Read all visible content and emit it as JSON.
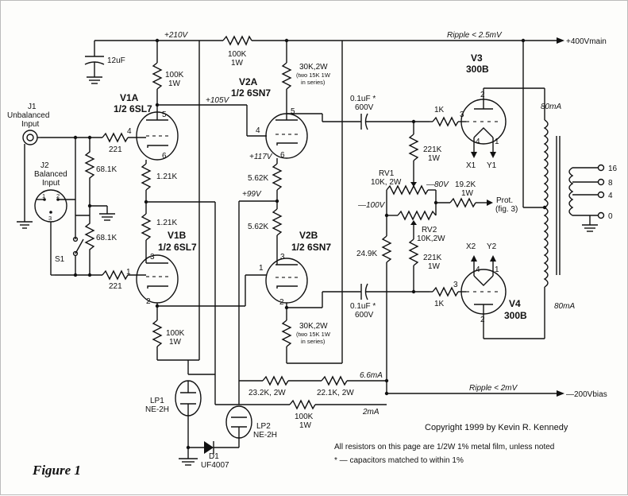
{
  "figure": "Figure 1",
  "copyright": "Copyright 1999 by Kevin R. Kennedy",
  "notes": {
    "resistors": "All resistors on this page are 1/2W 1% metal film, unless noted",
    "capacitors": "* — capacitors matched to within 1%"
  },
  "rails": {
    "plus210": "+210V",
    "ripple_main": "Ripple < 2.5mV",
    "plus400": "+400Vmain",
    "ripple_bias": "Ripple < 2mV",
    "minus200": "—200Vbias",
    "plus105": "+105V",
    "plus117": "+117V",
    "plus99": "+99V",
    "minus100": "—100V",
    "minus80": "—80V",
    "i66": "6.6mA",
    "i2": "2mA",
    "i80a": "80mA",
    "i80b": "80mA"
  },
  "inputs": {
    "j1_name": "J1",
    "j1_line1": "Unbalanced",
    "j1_line2": "Input",
    "j2_name": "J2",
    "j2_line1": "Balanced",
    "j2_line2": "Input",
    "pin1": "1",
    "pin2": "2",
    "pin3": "3",
    "s1": "S1"
  },
  "tubes": {
    "v1a_name": "V1A",
    "v1a_type": "1/2 6SL7",
    "v1b_name": "V1B",
    "v1b_type": "1/2 6SL7",
    "v2a_name": "V2A",
    "v2a_type": "1/2 6SN7",
    "v2b_name": "V2B",
    "v2b_type": "1/2 6SN7",
    "v3_name": "V3",
    "v3_type": "300B",
    "v4_name": "V4",
    "v4_type": "300B",
    "lp1_name": "LP1",
    "lp1_type": "NE-2H",
    "lp2_name": "LP2",
    "lp2_type": "NE-2H",
    "d1_name": "D1",
    "d1_type": "UF4007"
  },
  "pins": {
    "p1": "1",
    "p2": "2",
    "p3": "3",
    "p4": "4",
    "p5": "5",
    "p6": "6"
  },
  "components": {
    "c12": "12uF",
    "r100k_top": "100K",
    "r100k_top_w": "1W",
    "r100k_v1a": "100K",
    "r100k_v1a_w": "1W",
    "r30k_a": "30K,2W",
    "r30k_a_note1": "(two 15K 1W",
    "r30k_a_note2": "in series)",
    "r30k_b": "30K,2W",
    "r30k_b_note1": "(two 15K 1W",
    "r30k_b_note2": "in series)",
    "r221_a": "221",
    "r221_b": "221",
    "r68_a": "68.1K",
    "r68_b": "68.1K",
    "r121_a": "1.21K",
    "r121_b": "1.21K",
    "r562_a": "5.62K",
    "r562_b": "5.62K",
    "r100k_v1b": "100K",
    "r100k_v1b_w": "1W",
    "cap_a": "0.1uF *",
    "cap_a_v": "600V",
    "cap_b": "0.1uF *",
    "cap_b_v": "600V",
    "r1k_a": "1K",
    "r1k_b": "1K",
    "r221k_a": "221K",
    "r221k_a_w": "1W",
    "r221k_b": "221K",
    "r221k_b_w": "1W",
    "rv1": "RV1",
    "rv1_v": "10K, 2W",
    "rv2": "RV2",
    "rv2_v": "10K,2W",
    "r192": "19.2K",
    "r192_w": "1W",
    "prot": "Prot.",
    "prot_fig": "(fig. 3)",
    "r249": "24.9K",
    "r232": "23.2K, 2W",
    "r221k2w": "22.1K, 2W",
    "r100k_bias": "100K",
    "r100k_bias_w": "1W"
  },
  "outputs": {
    "x1": "X1",
    "y1": "Y1",
    "x2": "X2",
    "y2": "Y2",
    "tap16": "16",
    "tap8": "8",
    "tap4": "4",
    "tap0": "0"
  }
}
